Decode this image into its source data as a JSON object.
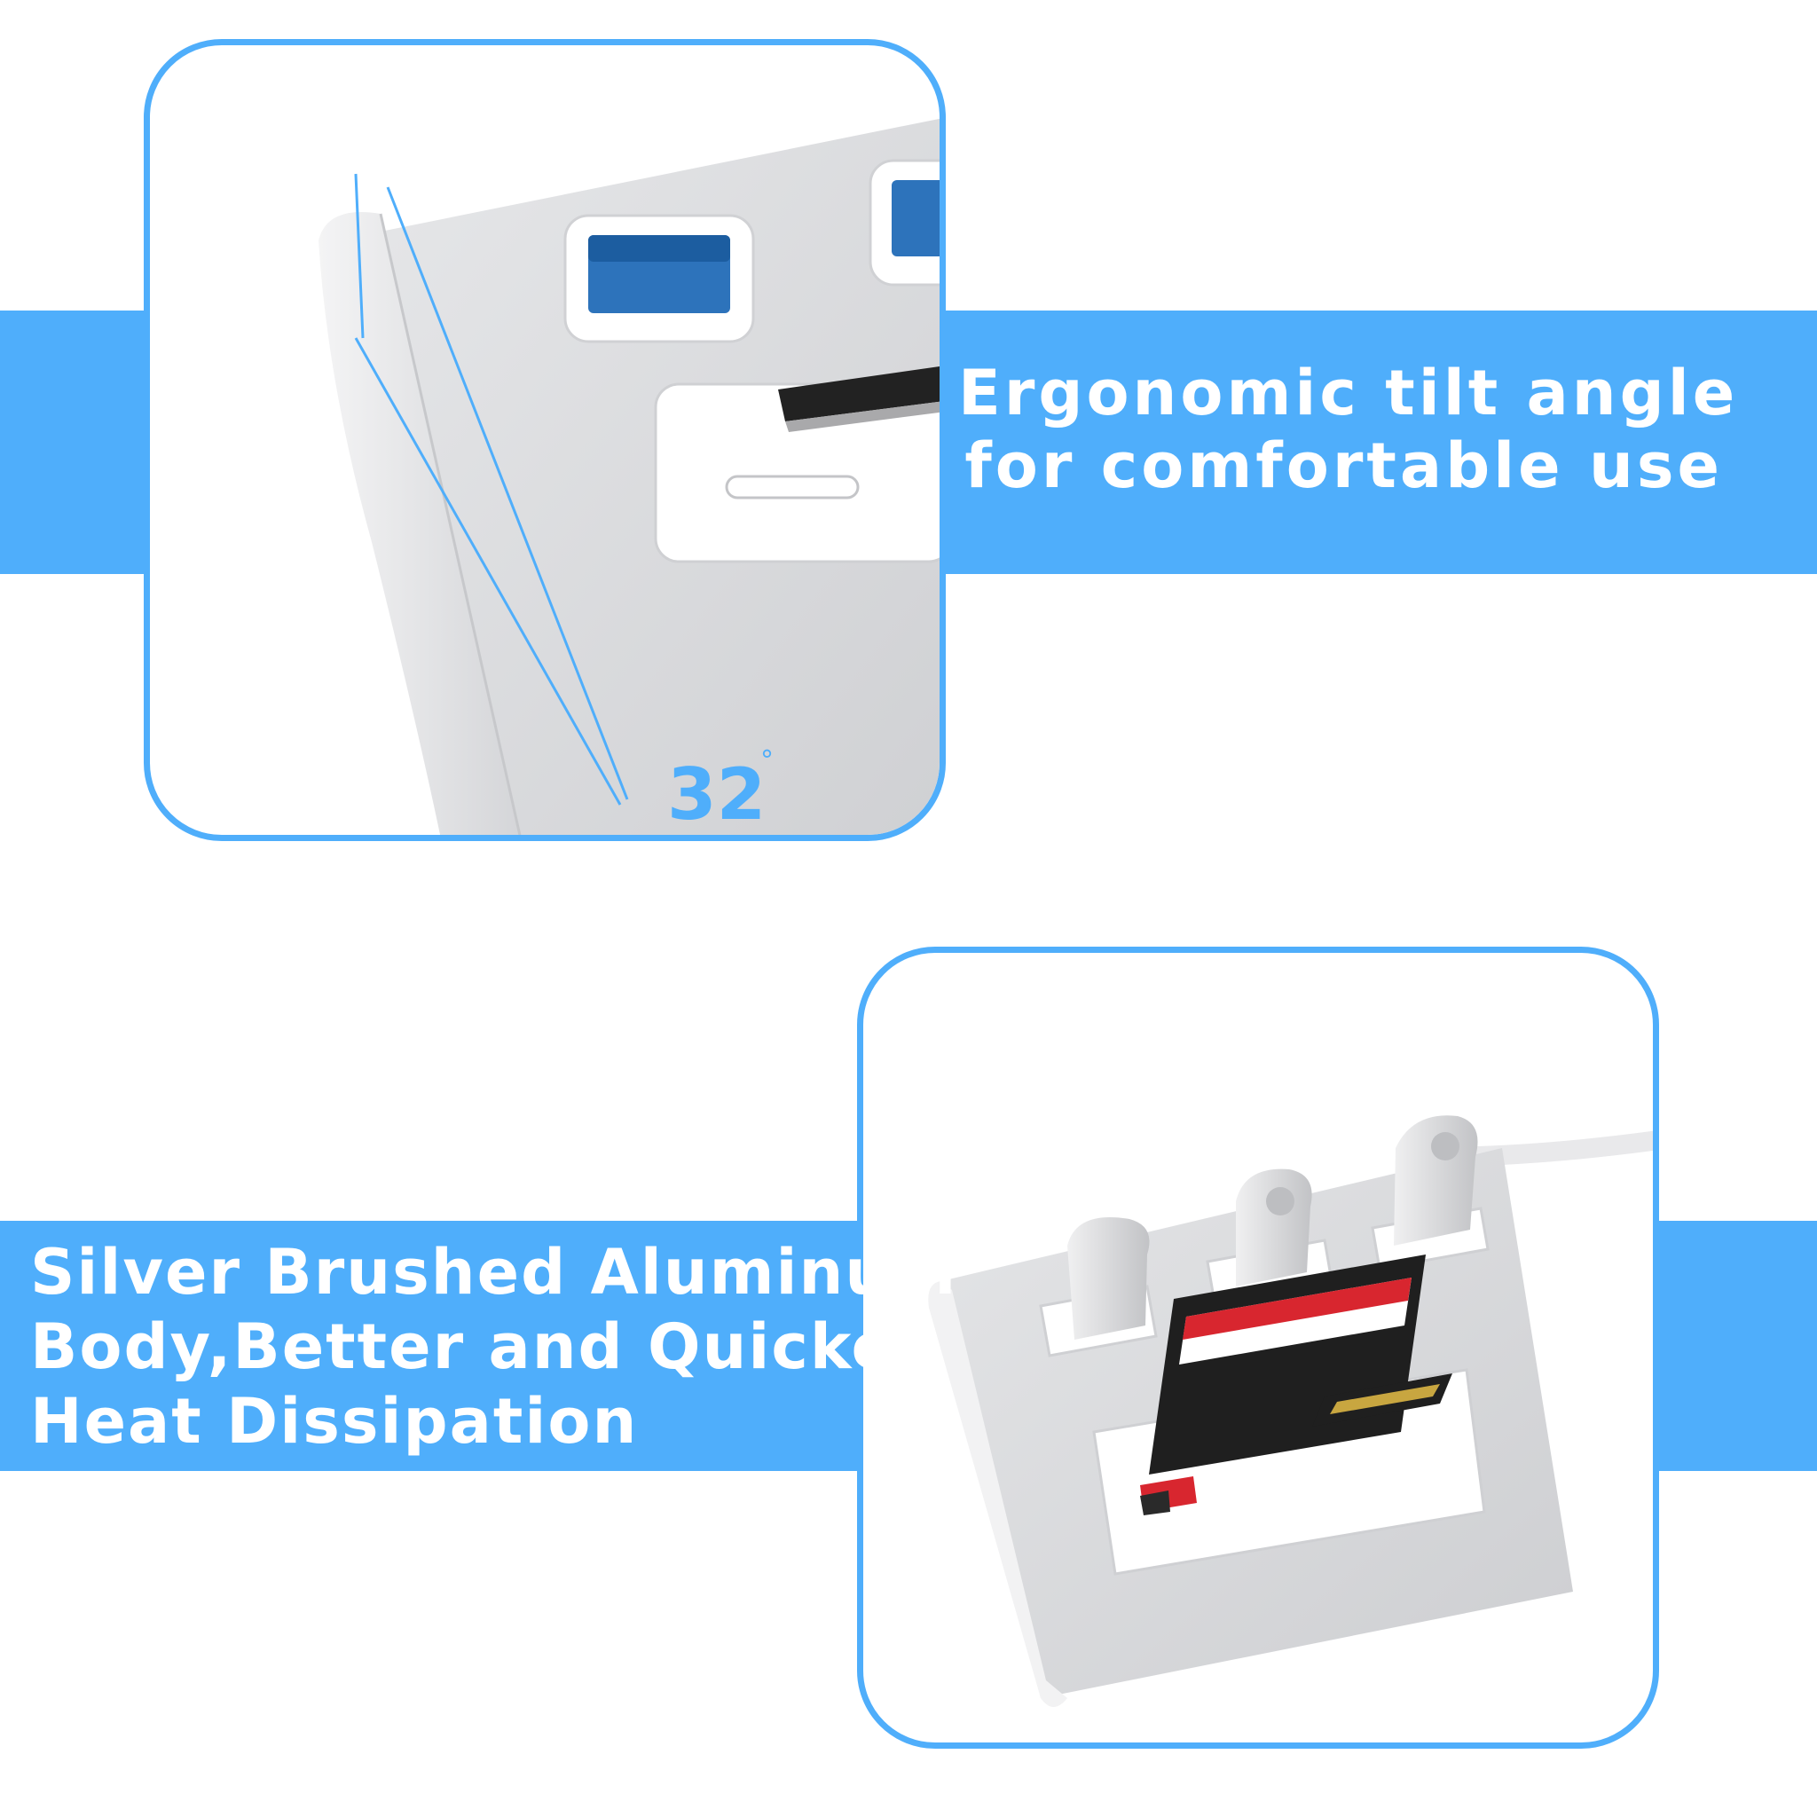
{
  "top_feature": {
    "caption_lines": [
      "Ergonomic tilt angle",
      "for comfortable use"
    ],
    "angle_value": "32",
    "angle_unit": "°"
  },
  "bottom_feature": {
    "caption_lines": [
      "Silver Brushed Aluminum",
      "Body,Better and Quicker",
      "Heat Dissipation"
    ]
  },
  "colors": {
    "accent": "#4faefb",
    "background": "#ffffff",
    "aluminum": "#d9dadc"
  }
}
